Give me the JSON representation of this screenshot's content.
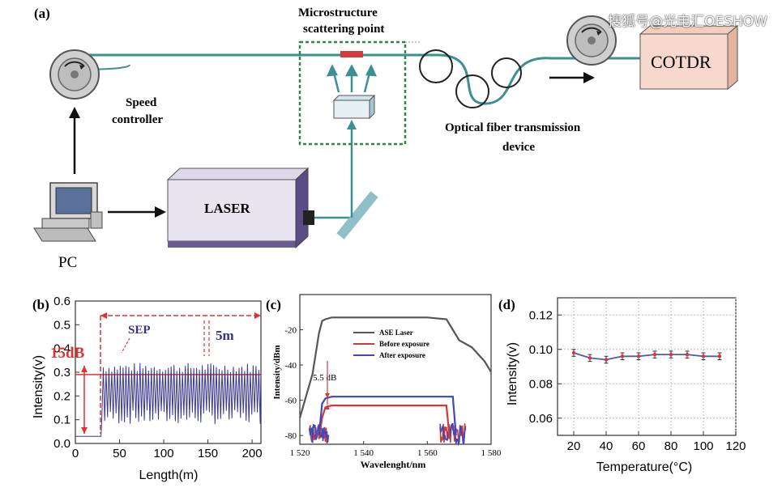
{
  "watermark": "搜狐号@光电汇OESHOW",
  "panel_a": {
    "label": "(a)",
    "microstructure_title_1": "Microstructure",
    "microstructure_title_2": "scattering point",
    "cotdr_label": "COTDR",
    "speed_controller_1": "Speed",
    "speed_controller_2": "controller",
    "fiber_device_1": "Optical fiber transmission",
    "fiber_device_2": "device",
    "laser_label": "LASER",
    "pc_label": "PC"
  },
  "chart_data": [
    {
      "id": "b",
      "type": "line",
      "panel_label": "(b)",
      "xlabel": "Length(m)",
      "ylabel": "Intensity(v)",
      "xlim": [
        0,
        210
      ],
      "ylim": [
        0.0,
        0.6
      ],
      "xticks": [
        "0",
        "50",
        "100",
        "150",
        "200"
      ],
      "yticks": [
        "0.0",
        "0.1",
        "0.2",
        "0.3",
        "0.4",
        "0.5",
        "0.6"
      ],
      "annotations": [
        "15dB",
        "SEP",
        "5m"
      ],
      "threshold": 0.29,
      "baseline": 0.03,
      "trace_start": 30,
      "trace_end": 210,
      "period_m": 3.2,
      "peak_range": [
        0.3,
        0.34
      ],
      "trough_range": [
        0.08,
        0.14
      ],
      "series": [
        {
          "color": "#3a3a8c"
        }
      ]
    },
    {
      "id": "c",
      "type": "line",
      "panel_label": "(c)",
      "xlabel": "Wavelenght/nm",
      "ylabel": "Intensity/dBm",
      "xlim": [
        1520,
        1580
      ],
      "ylim": [
        -85,
        0
      ],
      "xticks": [
        "1 520",
        "1 540",
        "1 560",
        "1 580"
      ],
      "yticks": [
        "-20",
        "-40",
        "-60",
        "-80"
      ],
      "annotations": [
        "5.5 dB"
      ],
      "series": [
        {
          "name": "ASE Laser",
          "color": "#555555",
          "x": [
            1520,
            1524,
            1526,
            1527,
            1528,
            1530,
            1540,
            1550,
            1555,
            1560,
            1566,
            1568,
            1570,
            1572,
            1574,
            1576,
            1578,
            1580
          ],
          "y": [
            -70,
            -45,
            -22,
            -15,
            -14,
            -13,
            -13,
            -13,
            -13,
            -13,
            -14,
            -20,
            -26,
            -28,
            -30,
            -34,
            -38,
            -44
          ]
        },
        {
          "name": "Before exposure",
          "color": "#d23a3a",
          "x": [
            1526,
            1527,
            1528,
            1530,
            1540,
            1550,
            1560,
            1566,
            1567
          ],
          "y": [
            -82,
            -70,
            -64,
            -63,
            -63,
            -63,
            -63,
            -63,
            -82
          ]
        },
        {
          "name": "After exposure",
          "color": "#3a4ab8",
          "x": [
            1526,
            1527,
            1528,
            1530,
            1540,
            1550,
            1560,
            1568,
            1569
          ],
          "y": [
            -80,
            -62,
            -59,
            -58,
            -58,
            -58,
            -58,
            -58,
            -80
          ]
        }
      ]
    },
    {
      "id": "d",
      "type": "line",
      "panel_label": "(d)",
      "xlabel": "Temperature(°C)",
      "ylabel": "Intensity(v)",
      "xlim": [
        10,
        120
      ],
      "ylim": [
        0.05,
        0.13
      ],
      "xticks": [
        "20",
        "40",
        "60",
        "80",
        "100",
        "120"
      ],
      "yticks": [
        "0.06",
        "0.08",
        "0.10",
        "0.12"
      ],
      "grid": true,
      "series": [
        {
          "color": "#4a5ab8",
          "marker_color": "#e03030",
          "x": [
            20,
            30,
            40,
            50,
            60,
            70,
            80,
            90,
            100,
            110
          ],
          "y": [
            0.098,
            0.095,
            0.094,
            0.096,
            0.096,
            0.097,
            0.097,
            0.097,
            0.096,
            0.096
          ],
          "err": [
            0.002,
            0.002,
            0.002,
            0.002,
            0.002,
            0.002,
            0.002,
            0.002,
            0.002,
            0.002
          ]
        }
      ]
    }
  ]
}
